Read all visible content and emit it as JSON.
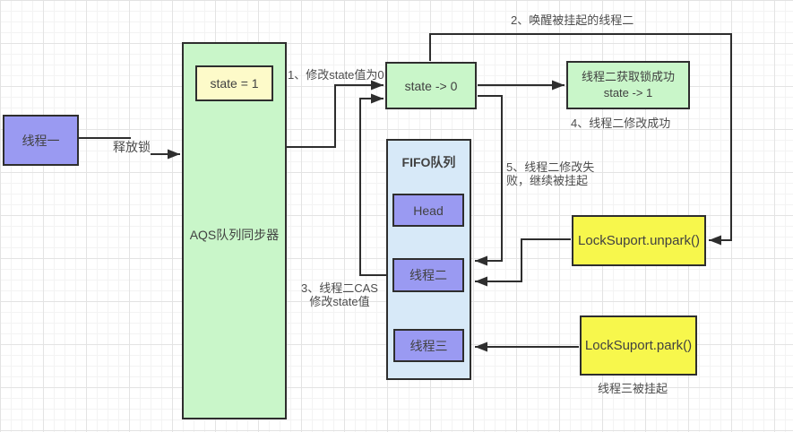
{
  "diagram": {
    "nodes": {
      "thread1": {
        "label": "线程一"
      },
      "aqs": {
        "label": "AQS队列同步器"
      },
      "state1": {
        "label": "state = 1"
      },
      "state0": {
        "label": "state -> 0"
      },
      "success": {
        "line1": "线程二获取锁成功",
        "line2": "state -> 1"
      },
      "fifo": {
        "label": "FIFO队列"
      },
      "head": {
        "label": "Head"
      },
      "thread2": {
        "label": "线程二"
      },
      "thread3": {
        "label": "线程三"
      },
      "unpark": {
        "label": "LockSuport.unpark()"
      },
      "park": {
        "label": "LockSuport.park()"
      }
    },
    "annotations": {
      "release_lock": "释放锁",
      "step1": "1、修改state值为0",
      "step2": "2、唤醒被挂起的线程二",
      "step3_line1": "3、线程二CAS",
      "step3_line2": "修改state值",
      "step4": "4、线程二修改成功",
      "step5_line1": "5、线程二修改失",
      "step5_line2": "败，继续被挂起",
      "thread3_suspended": "线程三被挂起"
    },
    "colors": {
      "node_green": "#c9f6c9",
      "node_purple": "#9a9af2",
      "node_pale_yellow": "#fdfac9",
      "node_bright_yellow": "#f7f74c",
      "node_blue": "#d7e9f8",
      "border": "#2e2e2e",
      "text": "#4d4d4d",
      "grid_minor": "#f3f3f3",
      "grid_major": "#e3e3e3"
    }
  }
}
